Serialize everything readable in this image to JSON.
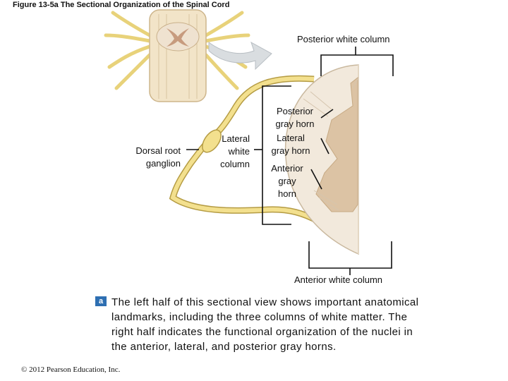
{
  "figure": {
    "title": "Figure 13-5a  The Sectional Organization of the Spinal Cord"
  },
  "labels": {
    "posterior_white_column": "Posterior white column",
    "posterior_gray_horn": [
      "Posterior",
      "gray horn"
    ],
    "lateral_gray_horn": [
      "Lateral",
      "gray horn"
    ],
    "anterior_gray_horn": [
      "Anterior",
      "gray",
      "horn"
    ],
    "lateral_white_column": [
      "Lateral",
      "white",
      "column"
    ],
    "dorsal_root_ganglion": [
      "Dorsal root",
      "ganglion"
    ],
    "anterior_white_column": "Anterior white column"
  },
  "caption": {
    "badge": "a",
    "text": "The left half of this sectional view shows important anatomical landmarks, including the three columns of white matter. The right half indicates the functional organization of the nuclei in the anterior, lateral, and posterior gray horns."
  },
  "copyright": "© 2012 Pearson Education, Inc.",
  "colors": {
    "white_matter": "#f2e9dc",
    "gray_matter": "#dcc3a4",
    "nerve_fiber": "#f3e08e",
    "nerve_outline": "#b59c44",
    "arrow": "#d9dde0",
    "badge": "#2e6fb2"
  }
}
